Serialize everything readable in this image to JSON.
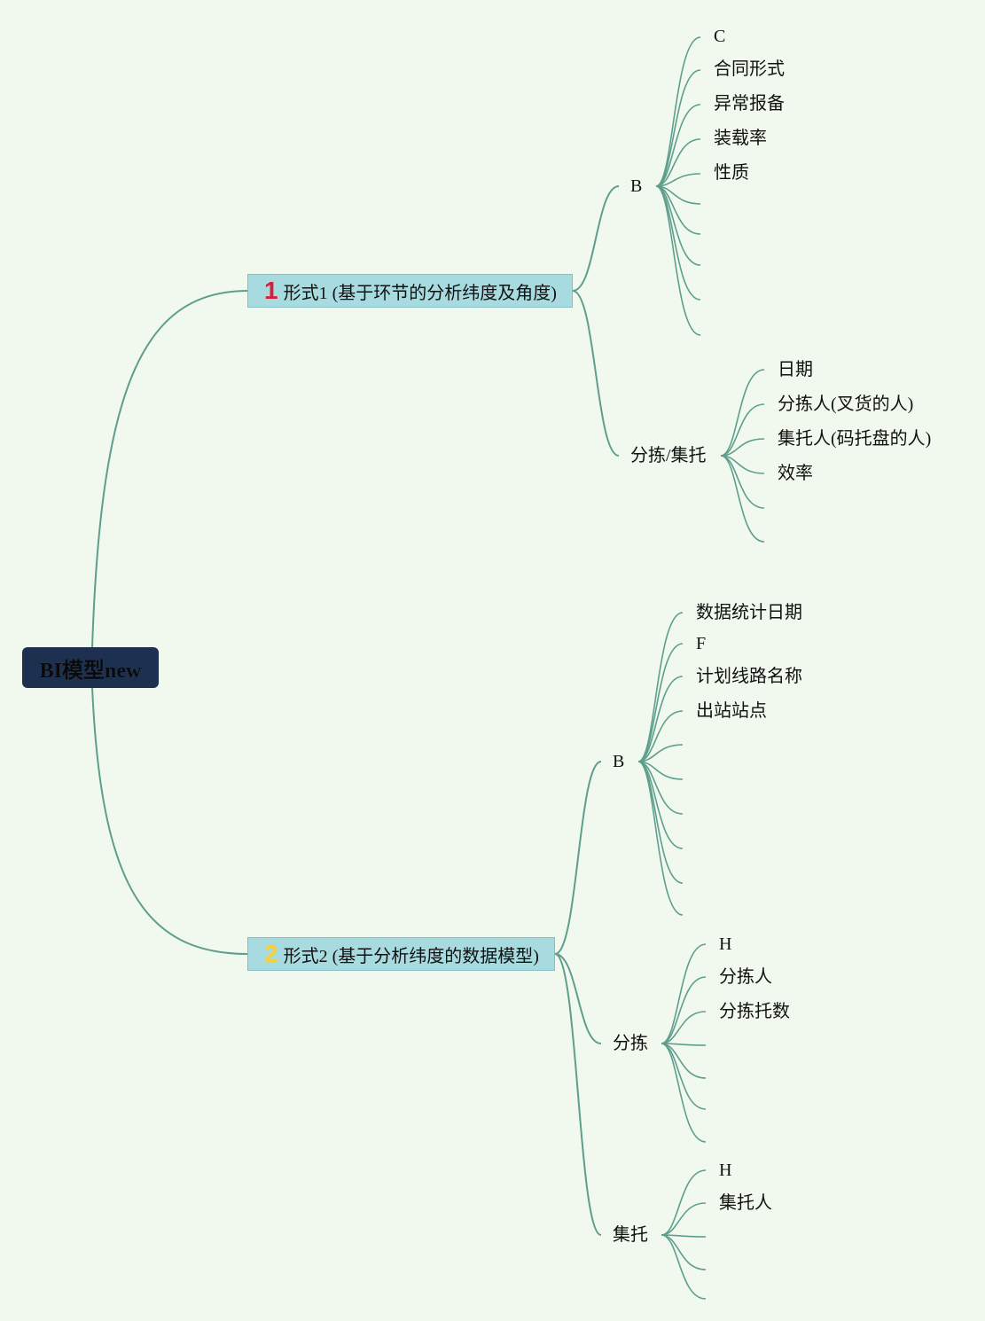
{
  "root": {
    "label": "BI模型new"
  },
  "form1": {
    "number": "1",
    "number_color": "#d81e3a",
    "label": "形式1 (基于环节的分析纬度及角度)",
    "branch_b": {
      "label": "B",
      "items": [
        "C",
        "合同形式",
        "异常报备",
        "装载率",
        "性质"
      ]
    },
    "branch_sort": {
      "label": "分拣/集托",
      "items": [
        "日期",
        "分拣人(叉货的人)",
        "集托人(码托盘的人)",
        "效率"
      ]
    }
  },
  "form2": {
    "number": "2",
    "number_color": "#f2d13c",
    "label": "形式2 (基于分析纬度的数据模型)",
    "branch_b": {
      "label": "B",
      "items": [
        "数据统计日期",
        "F",
        "计划线路名称",
        "出站站点"
      ]
    },
    "branch_sort": {
      "label": "分拣",
      "items": [
        "H",
        "分拣人",
        "分拣托数"
      ]
    },
    "branch_pallet": {
      "label": "集托",
      "items": [
        "H",
        "集托人"
      ]
    }
  },
  "colors": {
    "background": "#f1f9ef",
    "link": "#5e9e8c",
    "root_fill": "#1e3050",
    "topic_fill": "#a8dbe0"
  }
}
